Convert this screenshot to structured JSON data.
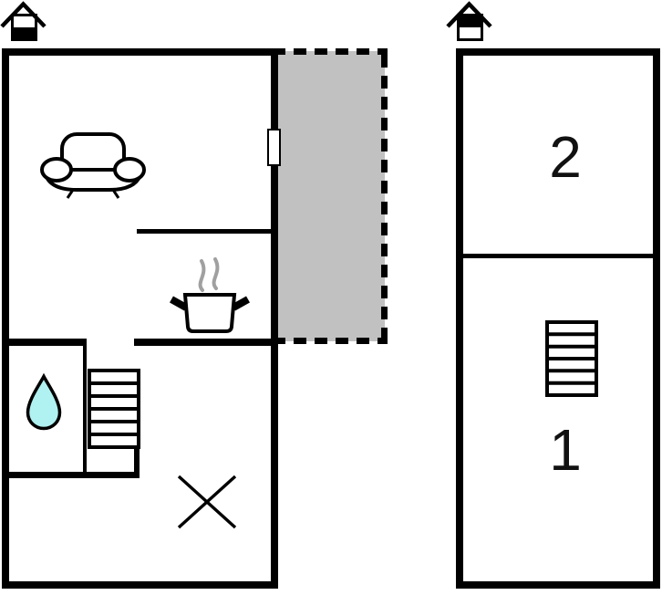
{
  "colors": {
    "background": "#ffffff",
    "wall": "#000000",
    "terrace_fill": "#c1c1c1",
    "water_drop_fill": "#b0f1f1",
    "steam_stroke": "#a0a0a0",
    "label_color": "#111111"
  },
  "ground_floor": {
    "floor_indicator_icon": "house-bottom-half-filled",
    "features": [
      "sofa-icon",
      "cooking-pot-icon",
      "steam-icon",
      "door-marker",
      "terrace-dashed-area",
      "water-drop-icon",
      "stairs-icon",
      "cross-icon"
    ]
  },
  "upper_floor": {
    "floor_indicator_icon": "house-top-half-filled",
    "room_labels": {
      "room_2": "2",
      "room_1": "1"
    },
    "features": [
      "stairs-icon"
    ]
  }
}
